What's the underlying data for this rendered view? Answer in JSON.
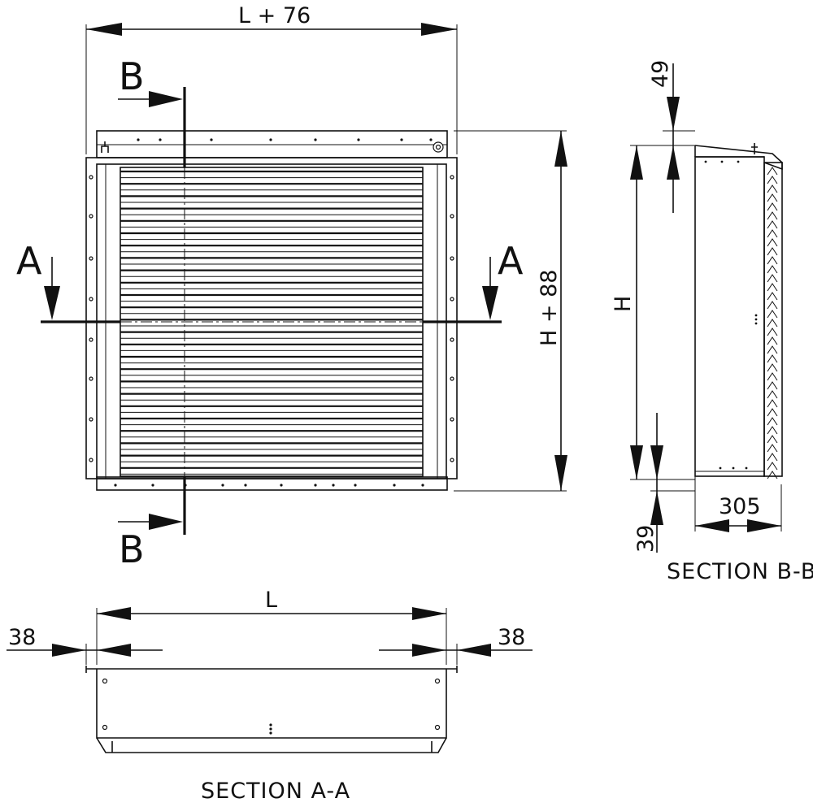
{
  "front_view": {
    "width_dim": "L + 76",
    "height_dim": "H + 88",
    "cut_a_left": "A",
    "cut_a_right": "A",
    "cut_b_top": "B",
    "cut_b_bottom": "B"
  },
  "section_bb": {
    "title": "SECTION B-B",
    "dim_top": "49",
    "dim_height": "H",
    "dim_bottom": "39",
    "dim_depth": "305"
  },
  "section_aa": {
    "title": "SECTION A-A",
    "dim_width": "L",
    "dim_left": "38",
    "dim_right": "38"
  }
}
